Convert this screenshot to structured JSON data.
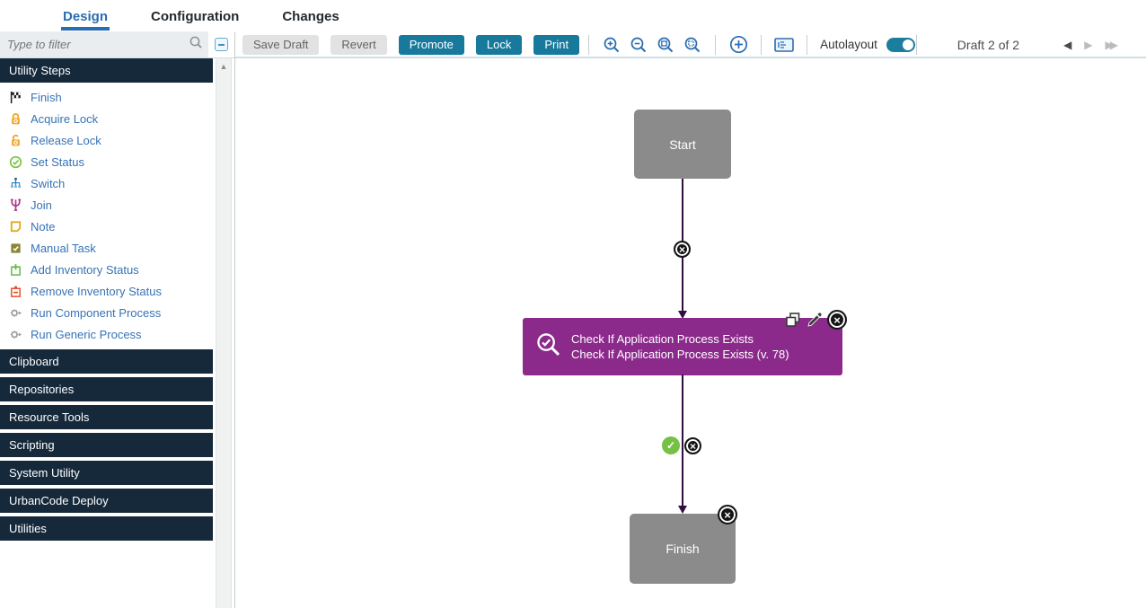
{
  "tabs": [
    {
      "label": "Design",
      "active": true
    },
    {
      "label": "Configuration",
      "active": false
    },
    {
      "label": "Changes",
      "active": false
    }
  ],
  "sidebar": {
    "filter_placeholder": "Type to filter",
    "palette_title": "Utility Steps",
    "palette_items": [
      {
        "label": "Finish",
        "icon": "finish-flag-icon"
      },
      {
        "label": "Acquire Lock",
        "icon": "lock-closed-icon"
      },
      {
        "label": "Release Lock",
        "icon": "lock-open-icon"
      },
      {
        "label": "Set Status",
        "icon": "status-check-icon"
      },
      {
        "label": "Switch",
        "icon": "switch-branch-icon"
      },
      {
        "label": "Join",
        "icon": "join-merge-icon"
      },
      {
        "label": "Note",
        "icon": "note-icon"
      },
      {
        "label": "Manual Task",
        "icon": "manual-task-icon"
      },
      {
        "label": "Add Inventory Status",
        "icon": "add-inventory-icon"
      },
      {
        "label": "Remove Inventory Status",
        "icon": "remove-inventory-icon"
      },
      {
        "label": "Run Component Process",
        "icon": "run-process-gear-icon"
      },
      {
        "label": "Run Generic Process",
        "icon": "run-process-gear-icon"
      }
    ],
    "sections": [
      "Clipboard",
      "Repositories",
      "Resource Tools",
      "Scripting",
      "System Utility",
      "UrbanCode Deploy",
      "Utilities"
    ]
  },
  "toolbar": {
    "save_draft": "Save Draft",
    "revert": "Revert",
    "promote": "Promote",
    "lock": "Lock",
    "print": "Print",
    "autolayout_label": "Autolayout",
    "autolayout_on": true,
    "draft_label": "Draft 2 of 2"
  },
  "canvas": {
    "start_label": "Start",
    "finish_label": "Finish",
    "step": {
      "line1": "Check If Application Process Exists",
      "line2": "Check If Application Process Exists (v. 78)"
    }
  },
  "colors": {
    "navy_header": "#15293b",
    "link_blue": "#3673b5",
    "tab_active_blue": "#2a6db0",
    "teal_button": "#177a9c",
    "node_gray": "#8b8b8b",
    "step_purple": "#8b2a8b",
    "edge_purple": "#2d1040",
    "success_green": "#76c043"
  }
}
